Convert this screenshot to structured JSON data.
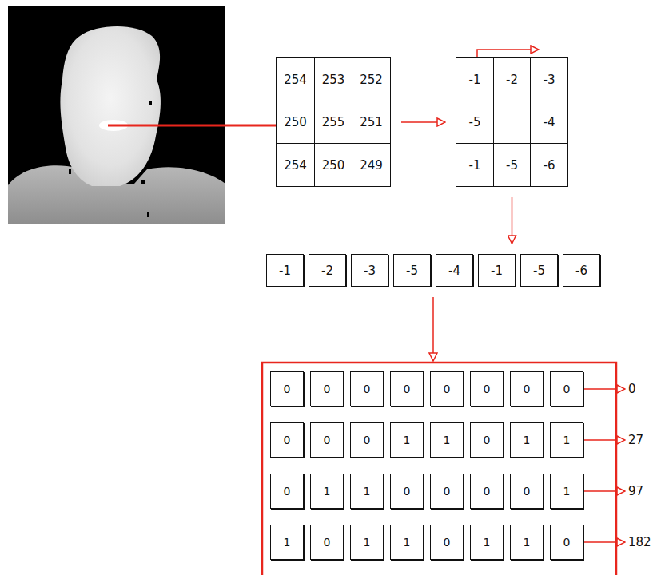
{
  "diagram": {
    "nodes": [
      {
        "text": [
          "254",
          "253",
          "252",
          "250",
          "255",
          "251",
          "254",
          "250",
          "249"
        ]
      },
      {
        "text": [
          "-1",
          "-2",
          "-3",
          "-5",
          "-4",
          "-1",
          "-5",
          "-6"
        ]
      },
      {
        "text": [
          "-1",
          "-2",
          "-3",
          "-5",
          "-4",
          "-1",
          "-5",
          "-6"
        ]
      },
      {
        "text": [
          "0",
          "0",
          "0",
          "0",
          "0",
          "0",
          "0",
          "0"
        ]
      },
      {
        "text": [
          "0",
          "0",
          "0",
          "1",
          "1",
          "0",
          "1",
          "1"
        ]
      },
      {
        "text": [
          "0",
          "1",
          "1",
          "0",
          "0",
          "0",
          "0",
          "1"
        ]
      },
      {
        "text": [
          "1",
          "0",
          "1",
          "1",
          "0",
          "1",
          "1",
          "0"
        ]
      }
    ],
    "edges": [
      {
        "from": 0,
        "to": 1,
        "arrow": "to"
      },
      {
        "from": 1,
        "to": 2,
        "arrow": "to"
      },
      {
        "from": 2,
        "to": 3,
        "arrow": "to"
      }
    ],
    "labels": [
      "0",
      "27",
      "97",
      "182"
    ]
  }
}
